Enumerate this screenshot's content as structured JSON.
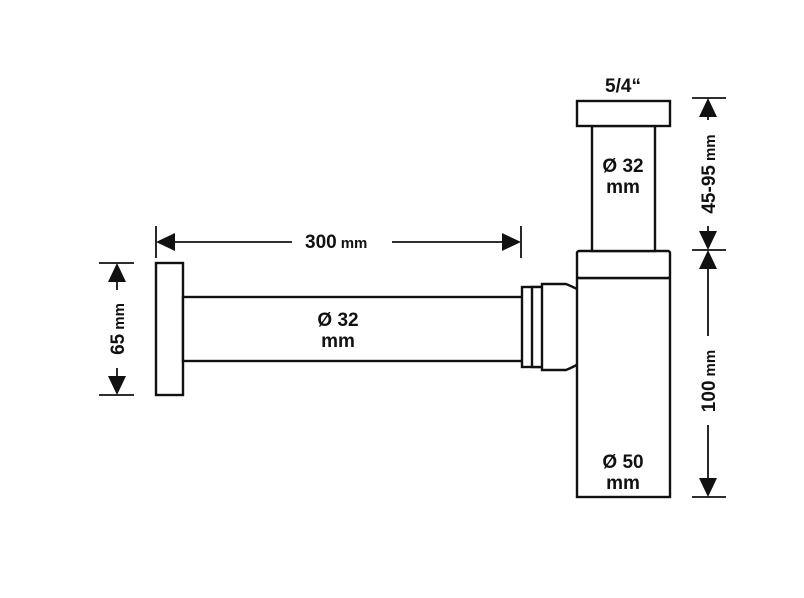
{
  "labels": {
    "thread": "5/4“",
    "tailpipe_dia": "Ø 32",
    "tailpipe_unit": "mm",
    "arm_dia": "Ø 32",
    "arm_unit": "mm",
    "body_dia": "Ø 50",
    "body_unit": "mm",
    "arm_length": "300",
    "arm_length_unit": "mm",
    "flange_height": "65",
    "flange_height_unit": "mm",
    "adjust_range": "45-95",
    "adjust_range_unit": "mm",
    "body_height": "100",
    "body_height_unit": "mm"
  },
  "colors": {
    "line": "#111111",
    "background": "#ffffff"
  }
}
